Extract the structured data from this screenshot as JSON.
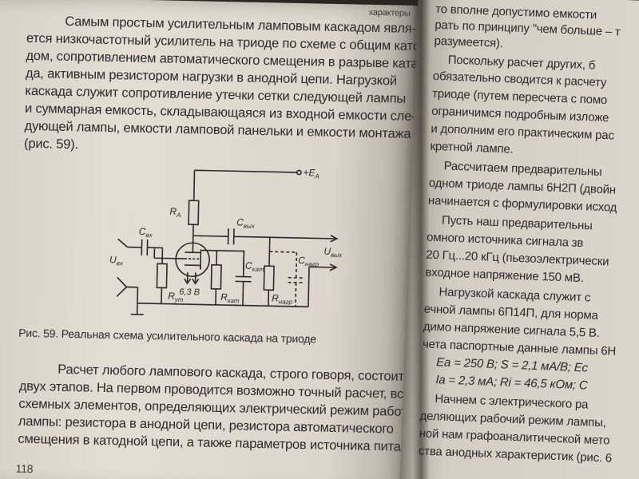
{
  "left_page": {
    "top_fragment": "характеры",
    "paragraph1": [
      "Самым простым усилительным ламповым каскадом явля-",
      "ется низкочастотный усилитель на триоде по схеме с общим като-",
      "дом, сопротивлением автоматического смещения в разрыве ката-",
      "да, активным резистором нагрузки в анодной цепи. Нагрузкой",
      "каскада служит сопротивление утечки сетки следующей лампы",
      "и суммарная емкость, складывающаяся из входной емкости сле-",
      "дующей лампы, емкости ламповой панельки и емкости монтажа",
      "(рис. 59)."
    ],
    "figure_caption": "Рис. 59. Реальная схема усилительного каскада на триоде",
    "paragraph2": [
      "Расчет любого лампового каскада, строго говоря, состоит из",
      "двух этапов. На первом проводится возможно точный расчет, всех",
      "схемных элементов, определяющих электрический режим работы",
      "лампы: резистора в анодной цепи, резистора автоматического",
      "смещения в катодной цепи, а также параметров источника питания"
    ],
    "page_number": "118"
  },
  "schematic": {
    "labels": {
      "supply": "+E",
      "supply_sub": "A",
      "anode_resistor": "R",
      "anode_resistor_sub": "A",
      "input_cap": "C",
      "input_cap_sub": "вх",
      "output_cap": "C",
      "output_cap_sub": "вых",
      "input": "U",
      "input_sub": "вх",
      "output": "U",
      "output_sub": "вых",
      "heater": "6,3 В",
      "grid_resistor": "R",
      "grid_resistor_sub": "ут",
      "cathode_resistor": "R",
      "cathode_resistor_sub": "кат",
      "cathode_cap": "C",
      "cathode_cap_sub": "кат",
      "load_resistor": "R",
      "load_resistor_sub": "нагр",
      "load_cap": "C",
      "load_cap_sub": "нагр"
    }
  },
  "right_page": {
    "lines": [
      "то вполне допустимо емкости",
      "рать по принципу \"чем больше – т",
      "разумеется).",
      "Поскольку расчет других, б",
      "обязательно сводится к расчету",
      "триоде (путем пересчета с помо",
      "ограничимся подробным изложе",
      "и дополним его практическим рас",
      "кретной лампе.",
      "Рассчитаем предварительны",
      "одном триоде лампы 6Н2П (двойн",
      "начинается с формулировки исход",
      "Пусть наш предварительны",
      "омного источника сигнала зв",
      "20 Гц...20 кГц (пьезоэлектрически",
      "входное напряжение 150 мВ.",
      "Нагрузкой каскада служит с",
      "ечной лампы 6П14П, для норма",
      "димо напряжение сигнала 5,5 В.",
      "чета паспортные данные лампы 6Н",
      "Eа = 250 В;  S = 2,1 мА/В;  Eс",
      "Iа = 2,3 мА;  Rі = 46,5 кОм;  С",
      "Начнем с электрического ра",
      "деляющих рабочий режим лампы,",
      "ной нам графоаналитической мето",
      "ства анодных характеристик (рис. 6"
    ]
  }
}
